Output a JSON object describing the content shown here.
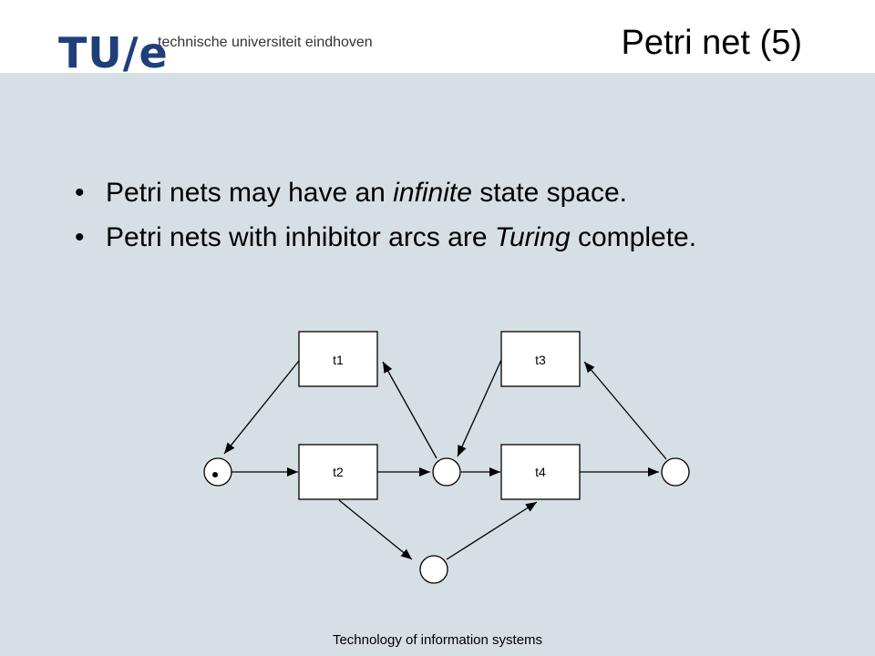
{
  "header": {
    "logo_text": "TU/e",
    "tagline": "technische universiteit eindhoven",
    "title": "Petri net (5)"
  },
  "bullets": [
    {
      "pre": "Petri nets may have an ",
      "em": "infinite",
      "post": " state space."
    },
    {
      "pre": "Petri nets with inhibitor arcs are ",
      "em": "Turing",
      "post": " complete."
    }
  ],
  "diagram": {
    "transitions": {
      "t1": "t1",
      "t2": "t2",
      "t3": "t3",
      "t4": "t4"
    },
    "places": {
      "p_left": {
        "tokens": 1
      },
      "p_mid": {
        "tokens": 0
      },
      "p_right": {
        "tokens": 0
      },
      "p_bottom": {
        "tokens": 0
      }
    },
    "arcs": [
      [
        "t1",
        "p_left"
      ],
      [
        "p_left",
        "t2"
      ],
      [
        "t2",
        "p_mid"
      ],
      [
        "p_mid",
        "t1"
      ],
      [
        "t3",
        "p_mid"
      ],
      [
        "p_mid",
        "t4"
      ],
      [
        "t4",
        "p_right"
      ],
      [
        "p_right",
        "t3"
      ],
      [
        "t2",
        "p_bottom"
      ],
      [
        "p_bottom",
        "t4"
      ]
    ]
  },
  "footer": "Technology of  information systems",
  "colors": {
    "background": "#d6dfe4",
    "header": "#ffffff",
    "logo": "#1f3f7a"
  }
}
